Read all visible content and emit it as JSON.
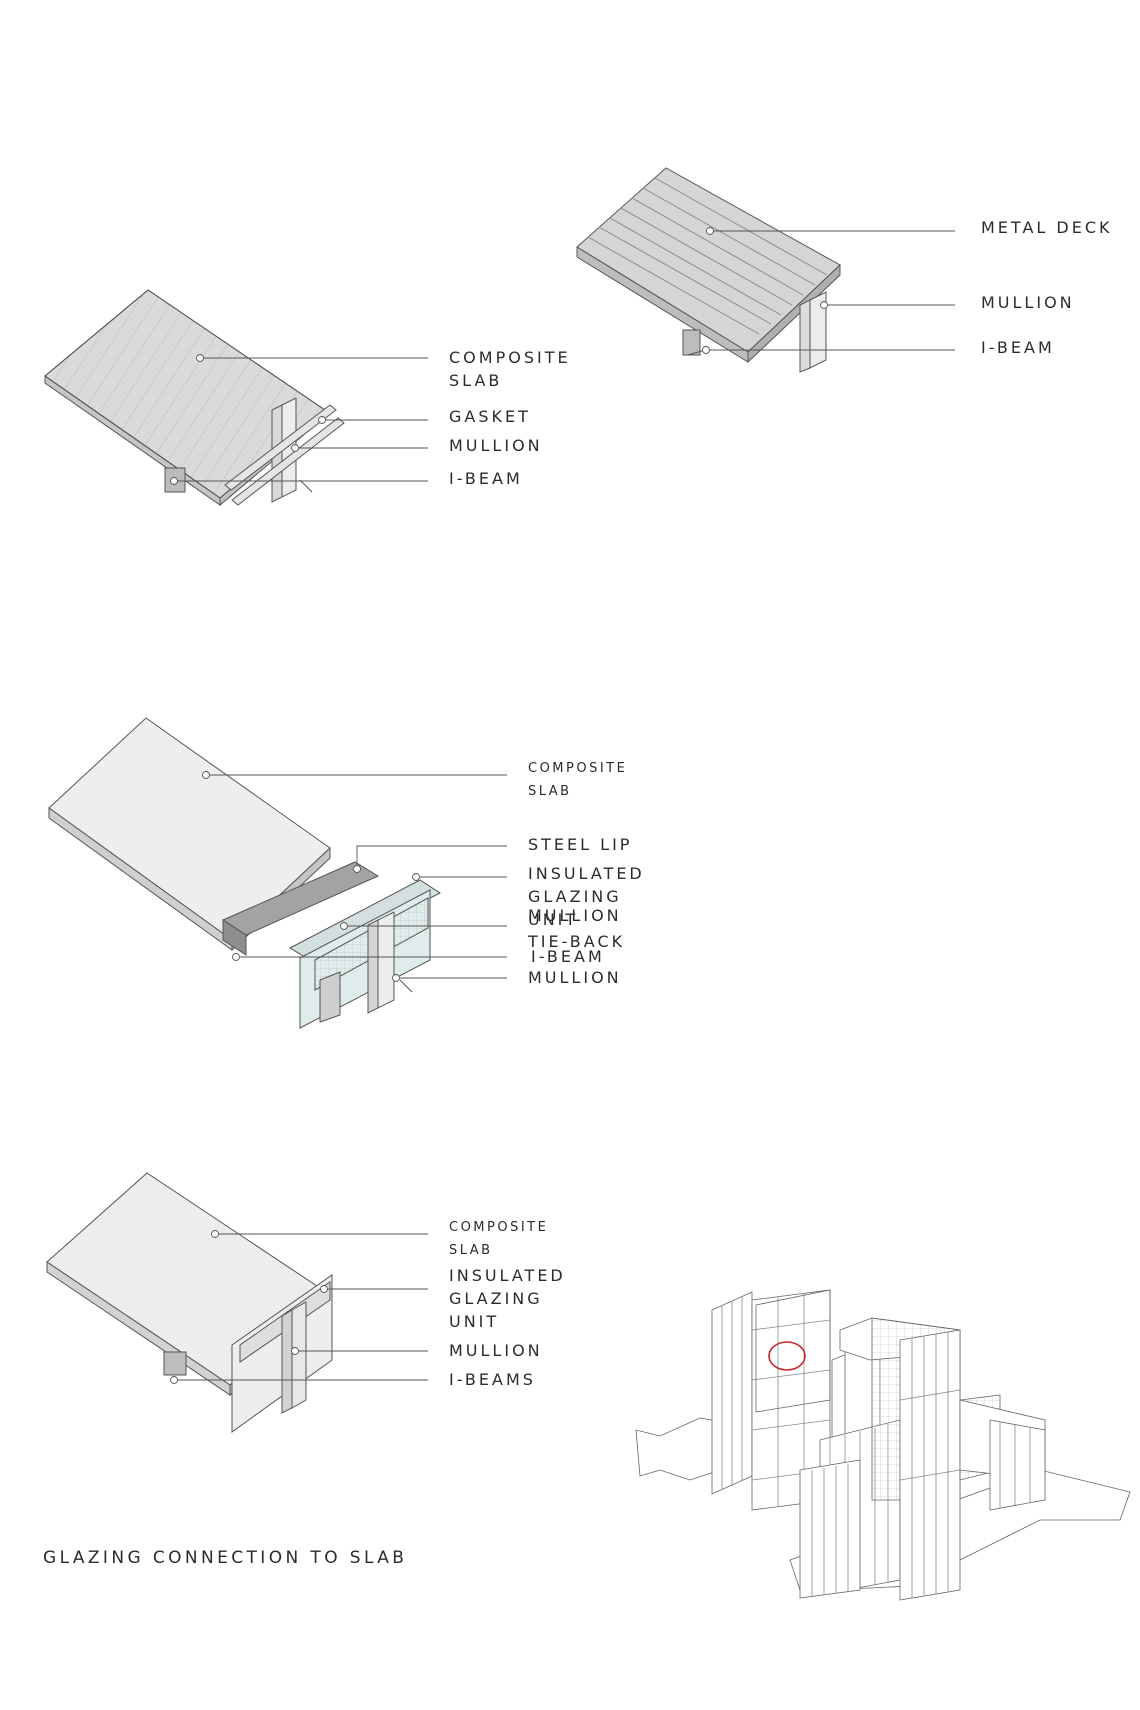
{
  "title": "GLAZING CONNECTION TO SLAB",
  "details": [
    {
      "id": "metal-deck-detail",
      "labels": [
        "METAL DECK",
        "MULLION",
        "I-BEAM"
      ]
    },
    {
      "id": "composite-slab-detail-1",
      "labels": [
        "COMPOSITE",
        "SLAB",
        "GASKET",
        "MULLION",
        "I-BEAM"
      ]
    },
    {
      "id": "composite-slab-detail-2",
      "labels": [
        "COMPOSITE",
        "SLAB",
        "STEEL LIP",
        "INSULATED",
        "GLAZING",
        "UNIT",
        "MULLION",
        "TIE-BACK",
        "I-BEAM",
        "MULLION"
      ]
    },
    {
      "id": "composite-slab-detail-3",
      "labels": [
        "COMPOSITE",
        "SLAB",
        "INSULATED",
        "GLAZING",
        "UNIT",
        "MULLION",
        "I-BEAMS"
      ]
    }
  ],
  "colors": {
    "line": "#555555",
    "label": "#2b2b2b",
    "slab_fill": "#e6e6e6",
    "deck_fill": "#cfcfcf",
    "glass_fill": "#d7e6e6",
    "marker": "#c8262a"
  }
}
